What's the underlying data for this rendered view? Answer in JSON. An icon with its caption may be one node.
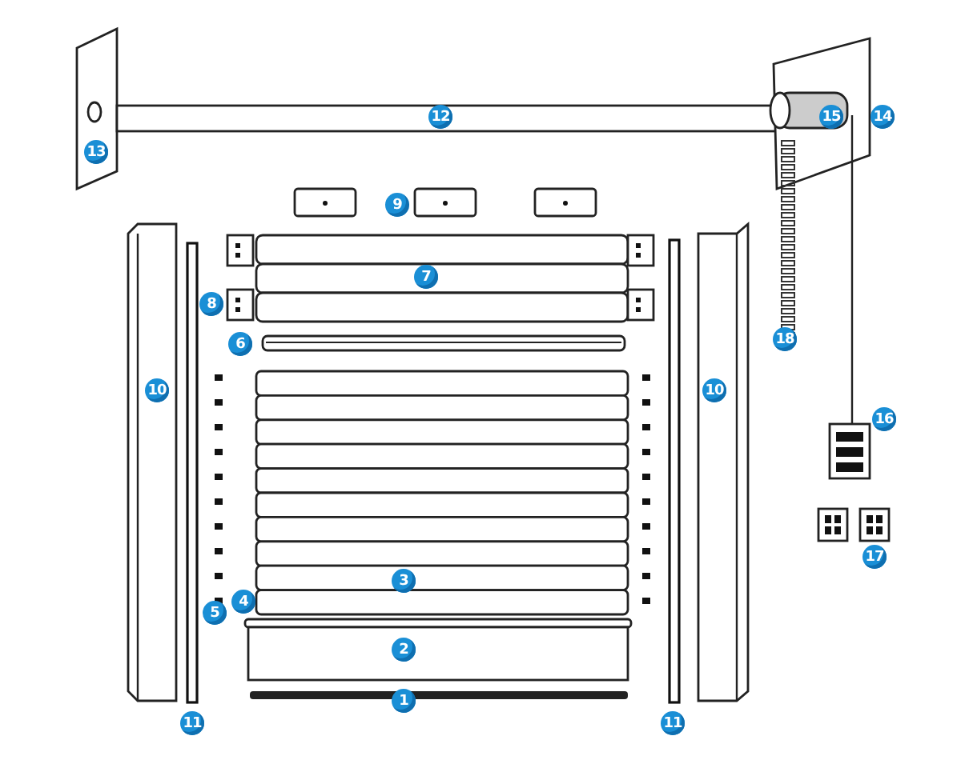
{
  "diagram": {
    "labels": [
      "12",
      "15",
      "14",
      "13",
      "9",
      "7",
      "8",
      "18",
      "6",
      "10",
      "10",
      "16",
      "17",
      "3",
      "4",
      "5",
      "2",
      "1",
      "11",
      "11"
    ]
  }
}
